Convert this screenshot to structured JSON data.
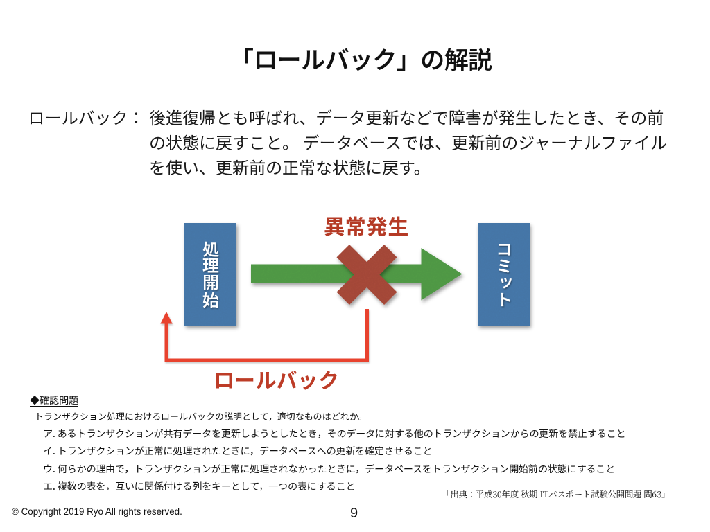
{
  "slide": {
    "title": "「ロールバック」の解説",
    "definition": {
      "term": "ロールバック：",
      "lines": [
        "後進復帰とも呼ばれ、データ更新などで障害が発生したとき、その前",
        "の状態に戻すこと。 データベースでは、更新前のジャーナルファイル",
        "を使い、更新前の正常な状態に戻す。"
      ]
    },
    "diagram": {
      "start_box_label": "処理開始",
      "commit_box_label": "コミット",
      "error_label": "異常発生",
      "rollback_label": "ロールバック",
      "colors": {
        "box_blue": "#4a7db0",
        "arrow_green": "#54a04a",
        "cross_red": "#ad4e3d",
        "error_text_red": "#b53a25",
        "rollback_text_red": "#bd3c27",
        "loop_red": "#e8432d"
      }
    },
    "quiz": {
      "heading": "◆確認問題",
      "question": "トランザクション処理におけるロールバックの説明として，適切なものはどれか。",
      "options": [
        "ア. あるトランザクションが共有データを更新しようとしたとき，そのデータに対する他のトランザクションからの更新を禁止すること",
        "イ. トランザクションが正常に処理されたときに，データベースへの更新を確定させること",
        "ウ. 何らかの理由で，トランザクションが正常に処理されなかったときに，データベースをトランザクション開始前の状態にすること",
        "エ. 複数の表を，互いに関係付ける列をキーとして，一つの表にすること"
      ],
      "source": "「出典：平成30年度 秋期 ITパスポート試験公開問題 問63」"
    },
    "footer": {
      "copyright": "© Copyright 2019 Ryo All rights reserved.",
      "page_number": "9"
    }
  }
}
